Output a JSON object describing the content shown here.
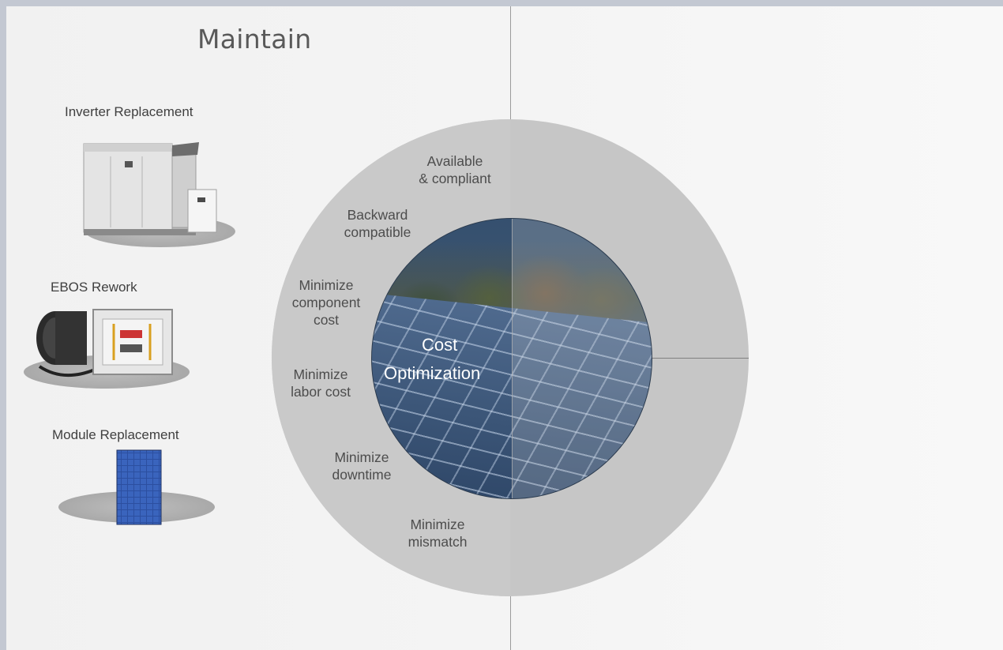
{
  "title": "Maintain",
  "items": [
    {
      "label": "Inverter Replacement",
      "icon": "inverter-icon"
    },
    {
      "label": "EBOS Rework",
      "icon": "ebos-icon"
    },
    {
      "label": "Module Replacement",
      "icon": "solar-module-icon"
    }
  ],
  "center": {
    "line1": "Cost",
    "line2": "Optimization"
  },
  "ring": [
    {
      "line1": "Available",
      "line2": "& compliant"
    },
    {
      "line1": "Backward",
      "line2": "compatible"
    },
    {
      "line1": "Minimize",
      "line2": "component",
      "line3": "cost"
    },
    {
      "line1": "Minimize",
      "line2": "labor cost"
    },
    {
      "line1": "Minimize",
      "line2": "downtime"
    },
    {
      "line1": "Minimize",
      "line2": "mismatch"
    }
  ],
  "colors": {
    "ring": "#c6c6c6",
    "text": "#4d4d4d",
    "background": "#f2f2f2",
    "frame": "#c3c8d2"
  }
}
